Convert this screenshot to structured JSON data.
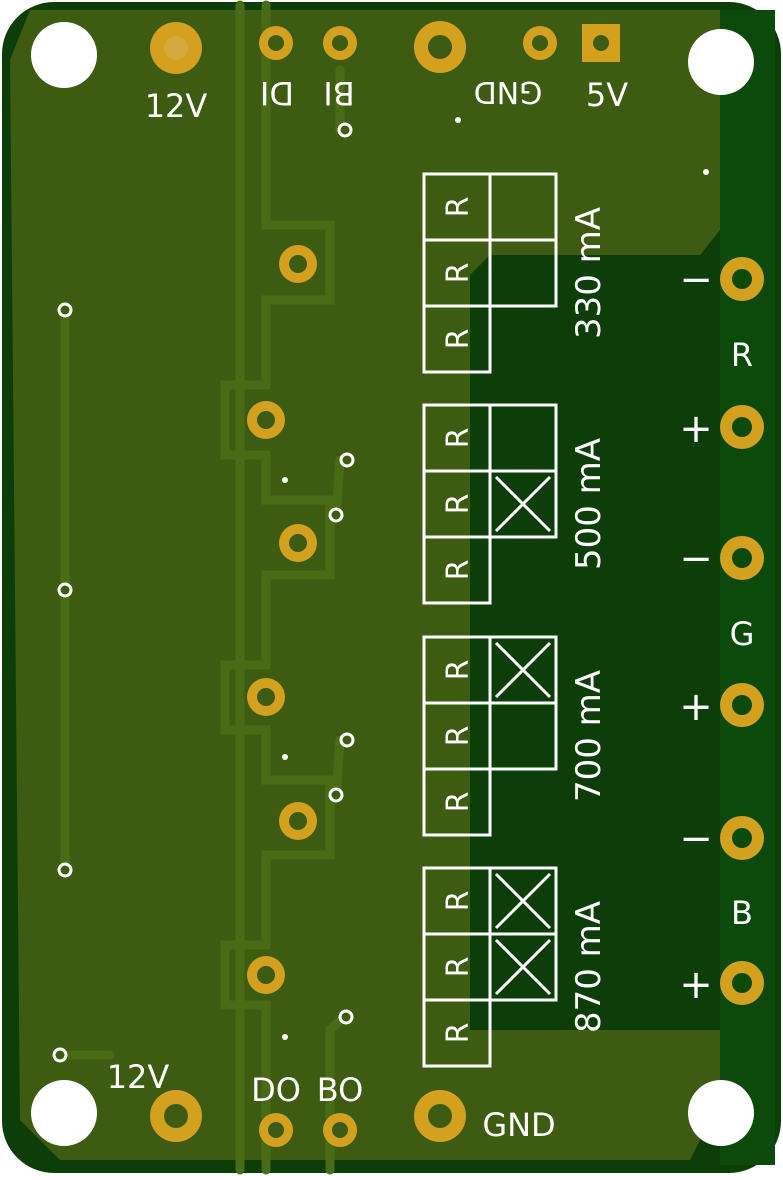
{
  "board": {
    "colors": {
      "pcb_light": "#3d5c12",
      "pcb_dark": "#0b4a0b",
      "edge": "#0d3e0a",
      "trace": "#4a6b16",
      "pad_gold": "#d4a11e",
      "hole": "#ffffff",
      "silk": "#ffffff"
    },
    "top_labels": {
      "v12_top": "12V",
      "di": "DI",
      "bi": "BI",
      "gnd_top": "GND",
      "v5": "5V"
    },
    "bottom_labels": {
      "v12_bottom": "12V",
      "do": "DO",
      "bo": "BO",
      "gnd_bottom": "GND"
    },
    "resistor_letter": "R",
    "current_options": [
      {
        "label": "330 mA",
        "marks": [
          false,
          false
        ]
      },
      {
        "label": "500 mA",
        "marks": [
          false,
          true
        ]
      },
      {
        "label": "700 mA",
        "marks": [
          true,
          false
        ]
      },
      {
        "label": "870 mA",
        "marks": [
          true,
          true
        ]
      }
    ],
    "outputs": {
      "minus": "−",
      "plus": "+",
      "channels": [
        "R",
        "G",
        "B"
      ]
    }
  }
}
